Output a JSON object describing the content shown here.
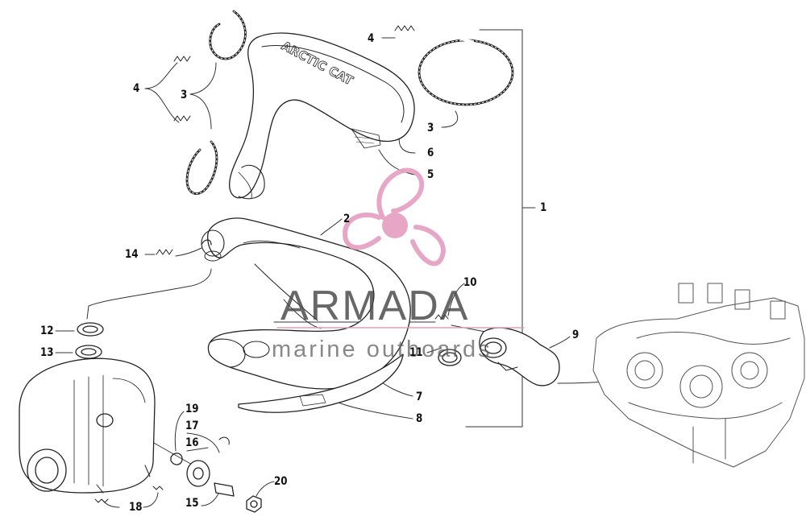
{
  "diagram": {
    "part_numbers": {
      "p1": "1",
      "p2": "2",
      "p3a": "3",
      "p3b": "3",
      "p4a": "4",
      "p4b": "4",
      "p5": "5",
      "p6": "6",
      "p7": "7",
      "p8": "8",
      "p9": "9",
      "p10": "10",
      "p11": "11",
      "p12": "12",
      "p13": "13",
      "p14": "14",
      "p15": "15",
      "p16": "16",
      "p17": "17",
      "p18": "18",
      "p19": "19",
      "p20": "20"
    },
    "heat_shield_lettering": "ARCTIC CAT"
  },
  "watermark": {
    "brand": "ARMADA",
    "tagline": "marine outboards",
    "logo_color": "#e6a2c4",
    "text_color": "#4a4a4a"
  }
}
